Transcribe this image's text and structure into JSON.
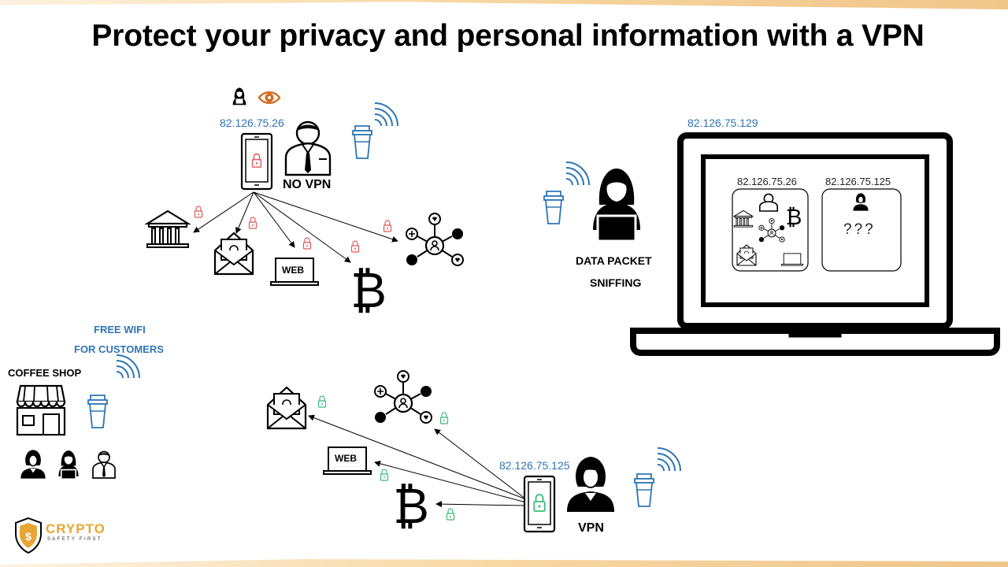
{
  "title": "Protect your privacy and personal information with a VPN",
  "no_vpn": {
    "ip": "82.126.75.26",
    "label": "NO VPN",
    "web_label": "WEB"
  },
  "vpn": {
    "ip": "82.126.75.125",
    "label": "VPN",
    "web_label": "WEB"
  },
  "sniffer": {
    "label_line1": "DATA PACKET",
    "label_line2": "SNIFFING",
    "laptop_ip": "82.126.75.129",
    "panel_left_ip": "82.126.75.26",
    "panel_right_ip": "82.126.75.125",
    "unknown": "???"
  },
  "coffee_shop": {
    "wifi_line1": "FREE WIFI",
    "wifi_line2": "FOR CUSTOMERS",
    "label": "COFFEE SHOP"
  },
  "logo": {
    "name": "CRYPTO",
    "tagline": "SAFETY FIRST"
  },
  "colors": {
    "ip_blue": "#2e75b6",
    "lock_red": "#e05a5a",
    "lock_green": "#3dbb7a",
    "eye_orange": "#d4691e",
    "logo_gold": "#e7a633"
  }
}
